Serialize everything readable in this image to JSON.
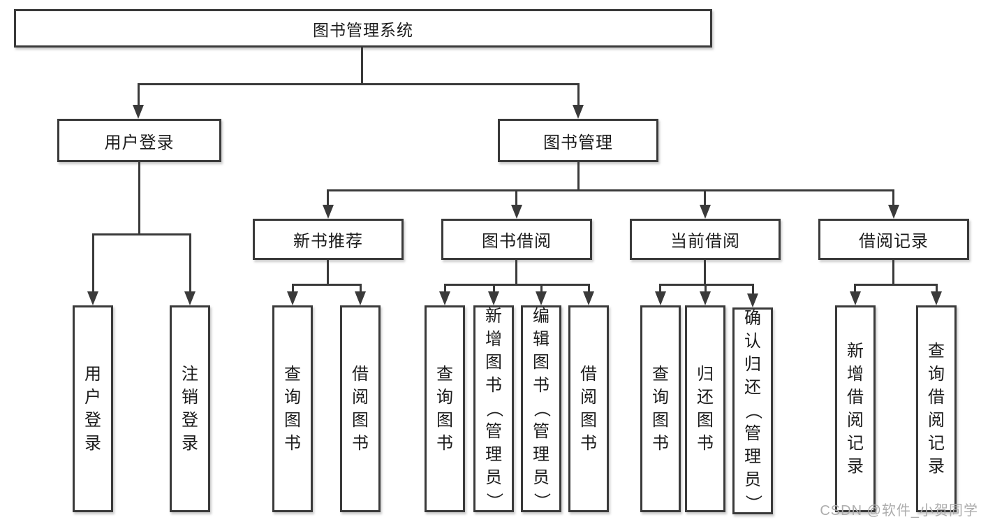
{
  "tree": {
    "label": "图书管理系统",
    "children": [
      {
        "label": "用户登录",
        "children": [
          {
            "label": "用户登录"
          },
          {
            "label": "注销登录"
          }
        ]
      },
      {
        "label": "图书管理",
        "children": [
          {
            "label": "新书推荐",
            "children": [
              {
                "label": "查询图书"
              },
              {
                "label": "借阅图书"
              }
            ]
          },
          {
            "label": "图书借阅",
            "children": [
              {
                "label": "查询图书"
              },
              {
                "label": "新增图书（管理员）"
              },
              {
                "label": "编辑图书（管理员）"
              },
              {
                "label": "借阅图书"
              }
            ]
          },
          {
            "label": "当前借阅",
            "children": [
              {
                "label": "查询图书"
              },
              {
                "label": "归还图书"
              },
              {
                "label": "确认归还（管理员）"
              }
            ]
          },
          {
            "label": "借阅记录",
            "children": [
              {
                "label": "新增借阅记录"
              },
              {
                "label": "查询借阅记录"
              }
            ]
          }
        ]
      }
    ]
  },
  "watermark": {
    "text": "CSDN @软件_小贺同学"
  },
  "colors": {
    "line": "#3a3a3a",
    "text": "#1c1c1c",
    "watermark": "#adadad",
    "background": "#ffffff"
  }
}
